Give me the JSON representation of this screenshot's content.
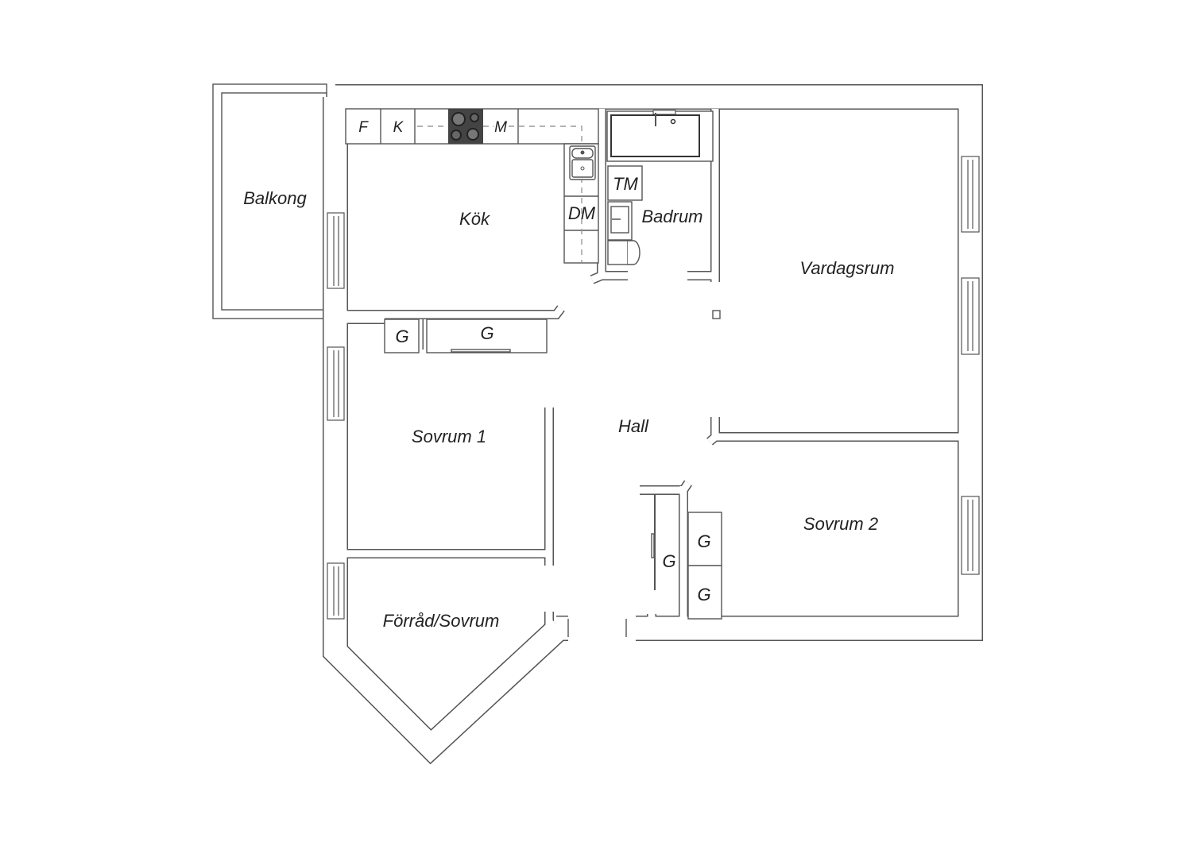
{
  "title": "Floor plan",
  "rooms": {
    "balkong": "Balkong",
    "kok": "Kök",
    "badrum": "Badrum",
    "vardagsrum": "Vardagsrum",
    "hall": "Hall",
    "sovrum1": "Sovrum 1",
    "sovrum2": "Sovrum 2",
    "forrad": "Förråd/Sovrum"
  },
  "fixtures": {
    "fridge": "F",
    "freezer": "K",
    "microwave": "M",
    "dishwasher": "DM",
    "washer": "TM",
    "closet": "G"
  },
  "colors": {
    "wall": "#555555",
    "stove": "#444444"
  }
}
